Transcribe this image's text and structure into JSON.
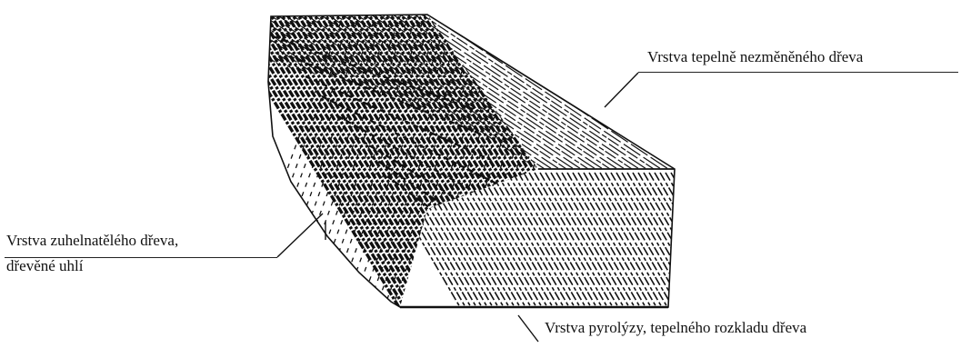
{
  "labels": {
    "unchanged_wood": "Vrstva tepelně nezměněného dřeva",
    "charred_wood_line1": "Vrstva zuhelnatělého dřeva,",
    "charred_wood_line2": "dřevěné uhlí",
    "pyrolysis": "Vrstva pyrolýzy, tepelného rozkladu dřeva"
  },
  "colors": {
    "ink": "#111111",
    "paper": "#ffffff"
  }
}
